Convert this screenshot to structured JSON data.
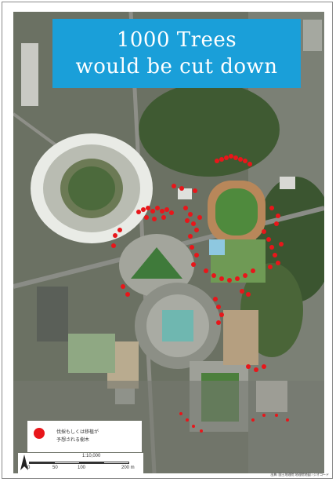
{
  "title": {
    "line1": "1000 Trees",
    "line2": "would be cut down"
  },
  "legend": {
    "marker_color": "#e8161a",
    "line1": "伐採もしくは移植が",
    "line2": "予想される樹木"
  },
  "scale": {
    "unit": "1:10,000",
    "ticks": [
      "0",
      "50",
      "100",
      "200 m"
    ]
  },
  "credit": "出典: 国土地理院 地理院地図 / ジオコード",
  "colors": {
    "title_bg": "#1a9fd9",
    "tree_marker": "#e8161a"
  }
}
